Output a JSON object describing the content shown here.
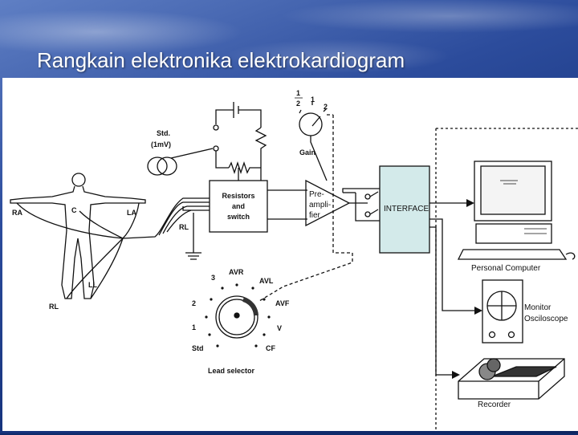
{
  "slide": {
    "title": "Rangkain elektronika elektrokardiogram"
  },
  "diagram": {
    "electrodes": {
      "ra": "RA",
      "la": "LA",
      "c": "C",
      "ll": "LL",
      "rl_body": "RL",
      "rl_ground": "RL"
    },
    "std_source": {
      "line1": "Std.",
      "line2": "(1mV)"
    },
    "resistors_switch": {
      "line1": "Resistors",
      "line2": "and",
      "line3": "switch"
    },
    "preamp": {
      "line1": "Pre-",
      "line2": "ampli-",
      "line3": "fier"
    },
    "gain": {
      "label": "Gain",
      "half_num": "1",
      "half_den": "2",
      "one": "1",
      "two": "2"
    },
    "interface": {
      "label": "INTERFACE"
    },
    "lead_selector": {
      "label": "Lead selector",
      "positions": [
        "AVR",
        "AVL",
        "AVF",
        "V",
        "CF",
        "Std",
        "1",
        "2",
        "3"
      ]
    },
    "outputs": {
      "pc": "Personal Computer",
      "monitor_line1": "Monitor",
      "monitor_line2": "Osciloscope",
      "recorder": "Recorder"
    }
  }
}
